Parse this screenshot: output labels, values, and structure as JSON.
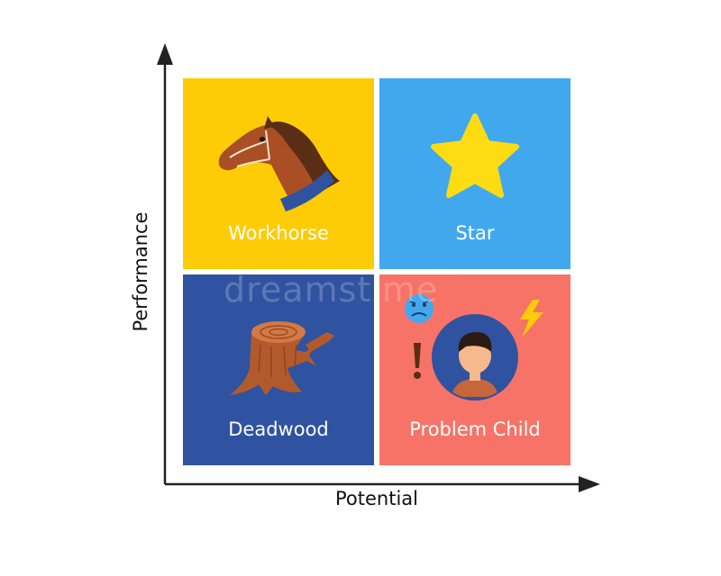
{
  "axes": {
    "x_label": "Potential",
    "y_label": "Performance"
  },
  "quadrants": [
    {
      "label": "Workhorse",
      "color": "#FDCC06",
      "icon": "horse-head-icon"
    },
    {
      "label": "Star",
      "color": "#42A8EE",
      "icon": "star-icon"
    },
    {
      "label": "Deadwood",
      "color": "#2F53A0",
      "icon": "tree-stump-icon"
    },
    {
      "label": "Problem Child",
      "color": "#F87367",
      "icon": "troubled-child-icon"
    }
  ],
  "watermark": "dreamstime"
}
